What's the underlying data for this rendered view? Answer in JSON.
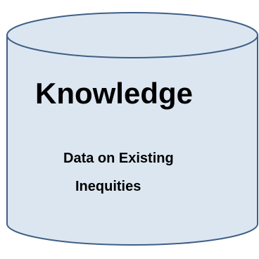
{
  "diagram": {
    "shape": "cylinder",
    "fill_color": "#dce6f1",
    "stroke_color": "#3f5f86",
    "title": "Knowledge",
    "subtitle_line1": "Data on Existing",
    "subtitle_line2": "Inequities"
  }
}
